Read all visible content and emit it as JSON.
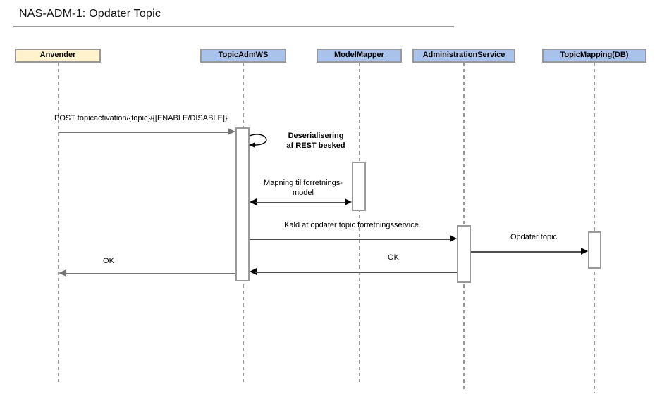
{
  "title": "NAS-ADM-1: Opdater Topic",
  "lifelines": [
    {
      "label": "Anvender",
      "kind": "actor"
    },
    {
      "label": "TopicAdmWS",
      "kind": "service"
    },
    {
      "label": "ModelMapper",
      "kind": "service"
    },
    {
      "label": "AdministrationService",
      "kind": "service"
    },
    {
      "label": "TopicMapping(DB)",
      "kind": "service"
    }
  ],
  "messages": [
    {
      "label": "POST topicactivation/{topic}/{[ENABLE/DISABLE]}",
      "from": "Anvender",
      "to": "TopicAdmWS",
      "style": "call"
    },
    {
      "label": "Deserialisering\naf REST besked",
      "from": "TopicAdmWS",
      "to": "TopicAdmWS",
      "style": "self"
    },
    {
      "label": "Mapning til forretnings-\nmodel",
      "from": "TopicAdmWS",
      "to": "ModelMapper",
      "style": "bidirectional"
    },
    {
      "label": "Kald af opdater topic forretningsservice.",
      "from": "TopicAdmWS",
      "to": "AdministrationService",
      "style": "call"
    },
    {
      "label": "Opdater topic",
      "from": "AdministrationService",
      "to": "TopicMapping(DB)",
      "style": "call"
    },
    {
      "label": "OK",
      "from": "AdministrationService",
      "to": "TopicAdmWS",
      "style": "return"
    },
    {
      "label": "OK",
      "from": "TopicAdmWS",
      "to": "Anvender",
      "style": "return"
    }
  ],
  "colors": {
    "actor_fill": "#FFF2CC",
    "service_fill": "#A9C2EB",
    "shape_border": "#999999",
    "lifeline": "#9A9A9A",
    "outer_arrow": "#757575",
    "inner_arrow": "#4D4D4D",
    "arrowhead": "#000000",
    "text": "#000000"
  }
}
